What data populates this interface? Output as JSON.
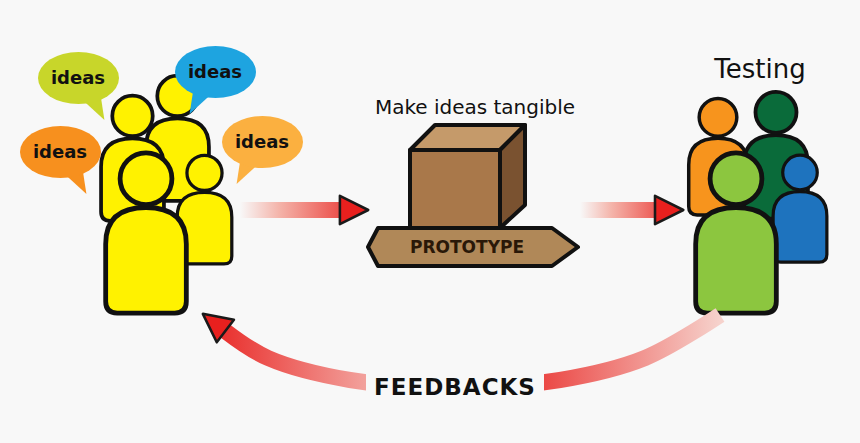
{
  "diagram": {
    "nodes": [
      {
        "text": []
      },
      {
        "text": [
          "ideas"
        ],
        "in": 0
      },
      {
        "text": [
          "ideas"
        ],
        "in": 0
      },
      {
        "text": [
          "ideas"
        ],
        "in": 0
      },
      {
        "text": [
          "ideas"
        ],
        "in": 0
      },
      {
        "text": [
          "Make ideas tangible",
          "PROTOTYPE"
        ]
      },
      {
        "text": [
          "Testing"
        ]
      }
    ],
    "edges": [
      {
        "from": 0,
        "to": 5,
        "arrow": "to"
      },
      {
        "from": 5,
        "to": 6,
        "arrow": "to"
      },
      {
        "from": 6,
        "to": 0,
        "arrow": "to",
        "label": "FEEDBACKS"
      }
    ]
  }
}
